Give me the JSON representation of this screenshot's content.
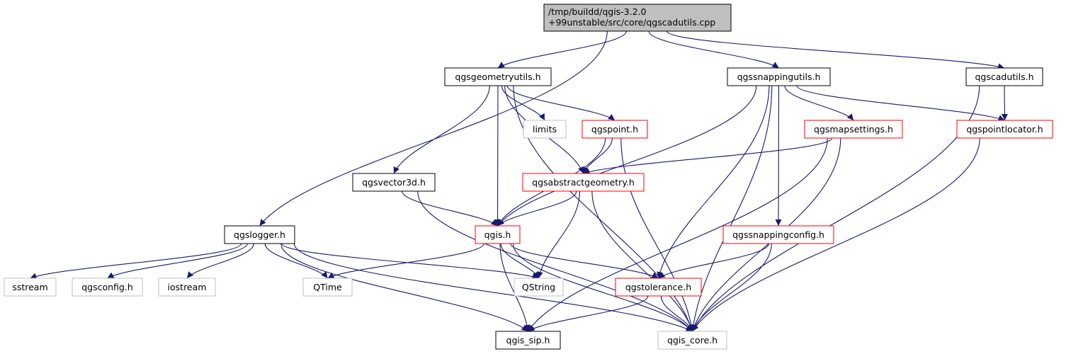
{
  "colors": {
    "edge": "#191970",
    "border_black": "#000000",
    "border_red": "#ff0000",
    "border_gray": "#bfbfbf",
    "root_fill": "#bfbfbf",
    "node_fill": "#ffffff"
  },
  "nodes": {
    "root": {
      "lines": [
        "/tmp/buildd/qgis-3.2.0",
        "+99unstable/src/core/qgscadutils.cpp"
      ],
      "style": "root"
    },
    "geometryutils": {
      "lines": [
        "qgsgeometryutils.h"
      ],
      "style": "black"
    },
    "snappingutils": {
      "lines": [
        "qgssnappingutils.h"
      ],
      "style": "black"
    },
    "cadutils": {
      "lines": [
        "qgscadutils.h"
      ],
      "style": "black"
    },
    "limits": {
      "lines": [
        "limits"
      ],
      "style": "gray"
    },
    "point": {
      "lines": [
        "qgspoint.h"
      ],
      "style": "red"
    },
    "mapsettings": {
      "lines": [
        "qgsmapsettings.h"
      ],
      "style": "red"
    },
    "pointlocator": {
      "lines": [
        "qgspointlocator.h"
      ],
      "style": "red"
    },
    "vector3d": {
      "lines": [
        "qgsvector3d.h"
      ],
      "style": "black"
    },
    "abstractgeometry": {
      "lines": [
        "qgsabstractgeometry.h"
      ],
      "style": "red"
    },
    "logger": {
      "lines": [
        "qgslogger.h"
      ],
      "style": "black"
    },
    "qgis": {
      "lines": [
        "qgis.h"
      ],
      "style": "red"
    },
    "snappingconfig": {
      "lines": [
        "qgssnappingconfig.h"
      ],
      "style": "red"
    },
    "sstream": {
      "lines": [
        "sstream"
      ],
      "style": "gray"
    },
    "qgsconfig": {
      "lines": [
        "qgsconfig.h"
      ],
      "style": "gray"
    },
    "iostream": {
      "lines": [
        "iostream"
      ],
      "style": "gray"
    },
    "qtime": {
      "lines": [
        "QTime"
      ],
      "style": "gray"
    },
    "qstring": {
      "lines": [
        "QString"
      ],
      "style": "gray"
    },
    "tolerance": {
      "lines": [
        "qgstolerance.h"
      ],
      "style": "red"
    },
    "sip": {
      "lines": [
        "qgis_sip.h"
      ],
      "style": "black"
    },
    "core": {
      "lines": [
        "qgis_core.h"
      ],
      "style": "gray"
    }
  },
  "edges": [
    [
      "root",
      "logger"
    ],
    [
      "root",
      "geometryutils"
    ],
    [
      "root",
      "snappingutils"
    ],
    [
      "root",
      "cadutils"
    ],
    [
      "geometryutils",
      "limits"
    ],
    [
      "geometryutils",
      "point"
    ],
    [
      "geometryutils",
      "vector3d"
    ],
    [
      "geometryutils",
      "abstractgeometry"
    ],
    [
      "geometryutils",
      "qgis"
    ],
    [
      "geometryutils",
      "core"
    ],
    [
      "snappingutils",
      "mapsettings"
    ],
    [
      "snappingutils",
      "pointlocator"
    ],
    [
      "snappingutils",
      "qgis"
    ],
    [
      "snappingutils",
      "snappingconfig"
    ],
    [
      "snappingutils",
      "tolerance"
    ],
    [
      "snappingutils",
      "core"
    ],
    [
      "cadutils",
      "pointlocator"
    ],
    [
      "cadutils",
      "core"
    ],
    [
      "point",
      "abstractgeometry"
    ],
    [
      "point",
      "qgis"
    ],
    [
      "point",
      "core"
    ],
    [
      "mapsettings",
      "abstractgeometry"
    ],
    [
      "mapsettings",
      "sip"
    ],
    [
      "mapsettings",
      "core"
    ],
    [
      "pointlocator",
      "core"
    ],
    [
      "vector3d",
      "qgis"
    ],
    [
      "vector3d",
      "core"
    ],
    [
      "abstractgeometry",
      "qgis"
    ],
    [
      "abstractgeometry",
      "qstring"
    ],
    [
      "abstractgeometry",
      "core"
    ],
    [
      "logger",
      "sstream"
    ],
    [
      "logger",
      "qgsconfig"
    ],
    [
      "logger",
      "iostream"
    ],
    [
      "logger",
      "qtime"
    ],
    [
      "logger",
      "qstring"
    ],
    [
      "logger",
      "sip"
    ],
    [
      "logger",
      "core"
    ],
    [
      "qgis",
      "qtime"
    ],
    [
      "qgis",
      "qstring"
    ],
    [
      "qgis",
      "tolerance"
    ],
    [
      "qgis",
      "sip"
    ],
    [
      "qgis",
      "core"
    ],
    [
      "snappingconfig",
      "tolerance"
    ],
    [
      "snappingconfig",
      "core"
    ],
    [
      "tolerance",
      "sip"
    ],
    [
      "tolerance",
      "core"
    ]
  ]
}
